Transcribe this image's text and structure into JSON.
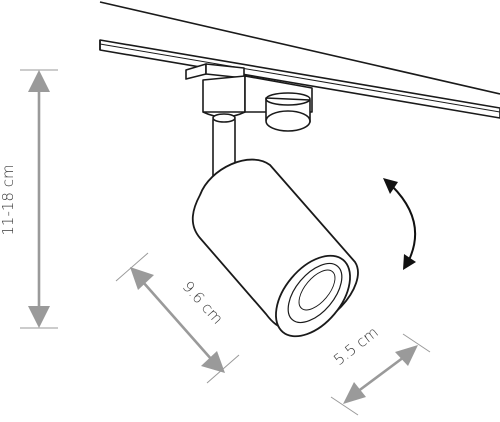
{
  "dimensions": {
    "height_label": "11-18 cm",
    "length_label": "9.6 cm",
    "diameter_label": "5.5 cm"
  },
  "colors": {
    "line": "#1a1a1a",
    "arrow": "#9a9a9a",
    "dim_text": "#3a3a3a",
    "rotate_arrow": "#111111"
  },
  "icons": {
    "rotation": "curved-double-arrow-icon"
  }
}
